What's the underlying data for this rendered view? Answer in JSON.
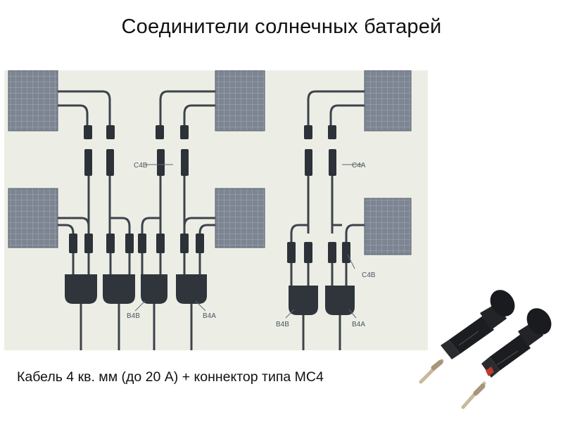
{
  "page": {
    "title": "Соединители солнечных батарей",
    "caption": "Кабель 4 кв. мм (до 20 А) + коннектор типа MC4"
  },
  "diagram": {
    "labels": {
      "c4b_left": "C4B",
      "c4a_right": "C4A",
      "b4b_left": "B4B",
      "b4a_left": "B4A",
      "c4b_right": "C4B",
      "b4b_right": "B4B",
      "b4a_right": "B4A"
    },
    "colors": {
      "background": "#eceee6",
      "panel": "#7d8593",
      "cable": "#3d434a",
      "connector": "#2c3238",
      "accent": "#2a6c8a"
    }
  },
  "photo": {
    "icon": "mc4-connector-pair-photo",
    "colors": {
      "body": "#1c1d20",
      "pin": "#c9b89a",
      "seal": "#c0392b"
    }
  }
}
